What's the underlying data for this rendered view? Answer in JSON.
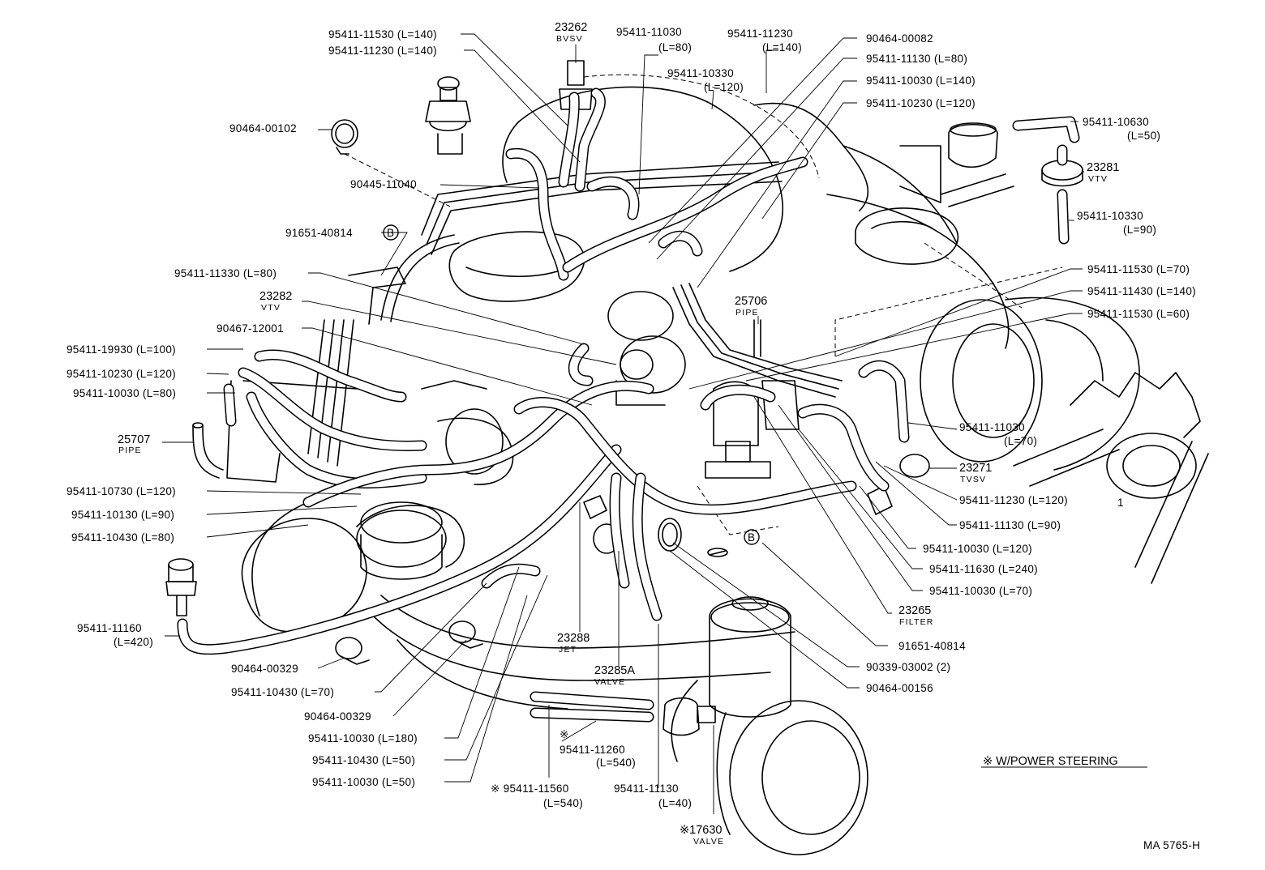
{
  "labels": {
    "l01": "95411-11530 (L=140)",
    "l02": "95411-11230 (L=140)",
    "l03": "23262",
    "l03s": "BVSV",
    "l04a": "95411-11030",
    "l04b": "(L=80)",
    "l05a": "95411-11230",
    "l05b": "(L=140)",
    "l06": "90464-00082",
    "l07": "95411-11130 (L=80)",
    "l08a": "95411-10330",
    "l08b": "(L=120)",
    "l09": "95411-10030 (L=140)",
    "l10": "95411-10230 (L=120)",
    "l11a": "95411-10630",
    "l11b": "(L=50)",
    "l12": "90464-00102",
    "l13": "23281",
    "l13s": "VTV",
    "l14": "90445-11040",
    "l15a": "95411-10330",
    "l15b": "(L=90)",
    "l16": "91651-40814",
    "l16m": "B",
    "l17": "95411-11530 (L=70)",
    "l18": "95411-11330 (L=80)",
    "l19": "95411-11430 (L=140)",
    "l20": "23282",
    "l20s": "VTV",
    "l21": "25706",
    "l21s": "PIPE",
    "l22": "95411-11530 (L=60)",
    "l23": "90467-12001",
    "l24": "95411-19930 (L=100)",
    "l25": "95411-10230 (L=120)",
    "l26": "95411-10030 (L=80)",
    "l27a": "95411-11030",
    "l27b": "(L=70)",
    "l28": "25707",
    "l28s": "PIPE",
    "l29": "23271",
    "l29s": "TVSV",
    "l30": "95411-10730 (L=120)",
    "l31": "95411-11230 (L=120)",
    "l32": "95411-10130 (L=90)",
    "l33": "95411-11130 (L=90)",
    "l34": "95411-10430 (L=80)",
    "l35": "95411-10030 (L=120)",
    "l36m": "B",
    "l37": "95411-11630 (L=240)",
    "l38": "95411-10030 (L=70)",
    "l39": "23265",
    "l39s": "FILTER",
    "l40a": "95411-11160",
    "l40b": "(L=420)",
    "l41": "23288",
    "l41s": "JET",
    "l42": "91651-40814",
    "l43": "90464-00329",
    "l44": "90339-03002 (2)",
    "l45": "23285A",
    "l45s": "VALVE",
    "l46": "95411-10430 (L=70)",
    "l47": "90464-00156",
    "l48": "90464-00329",
    "l49": "95411-10030 (L=180)",
    "l50a": "95411-11260",
    "l50b": "(L=540)",
    "l50m": "※",
    "l51": "95411-10430 (L=50)",
    "l52": "95411-10030 (L=50)",
    "l53": "※ 95411-11560",
    "l53b": "(L=540)",
    "l54a": "95411-11130",
    "l54b": "(L=40)",
    "l55": "※17630",
    "l55s": "VALVE",
    "note": "※ W/POWER STEERING",
    "code": "MA 5765-H",
    "pulley": "1"
  }
}
